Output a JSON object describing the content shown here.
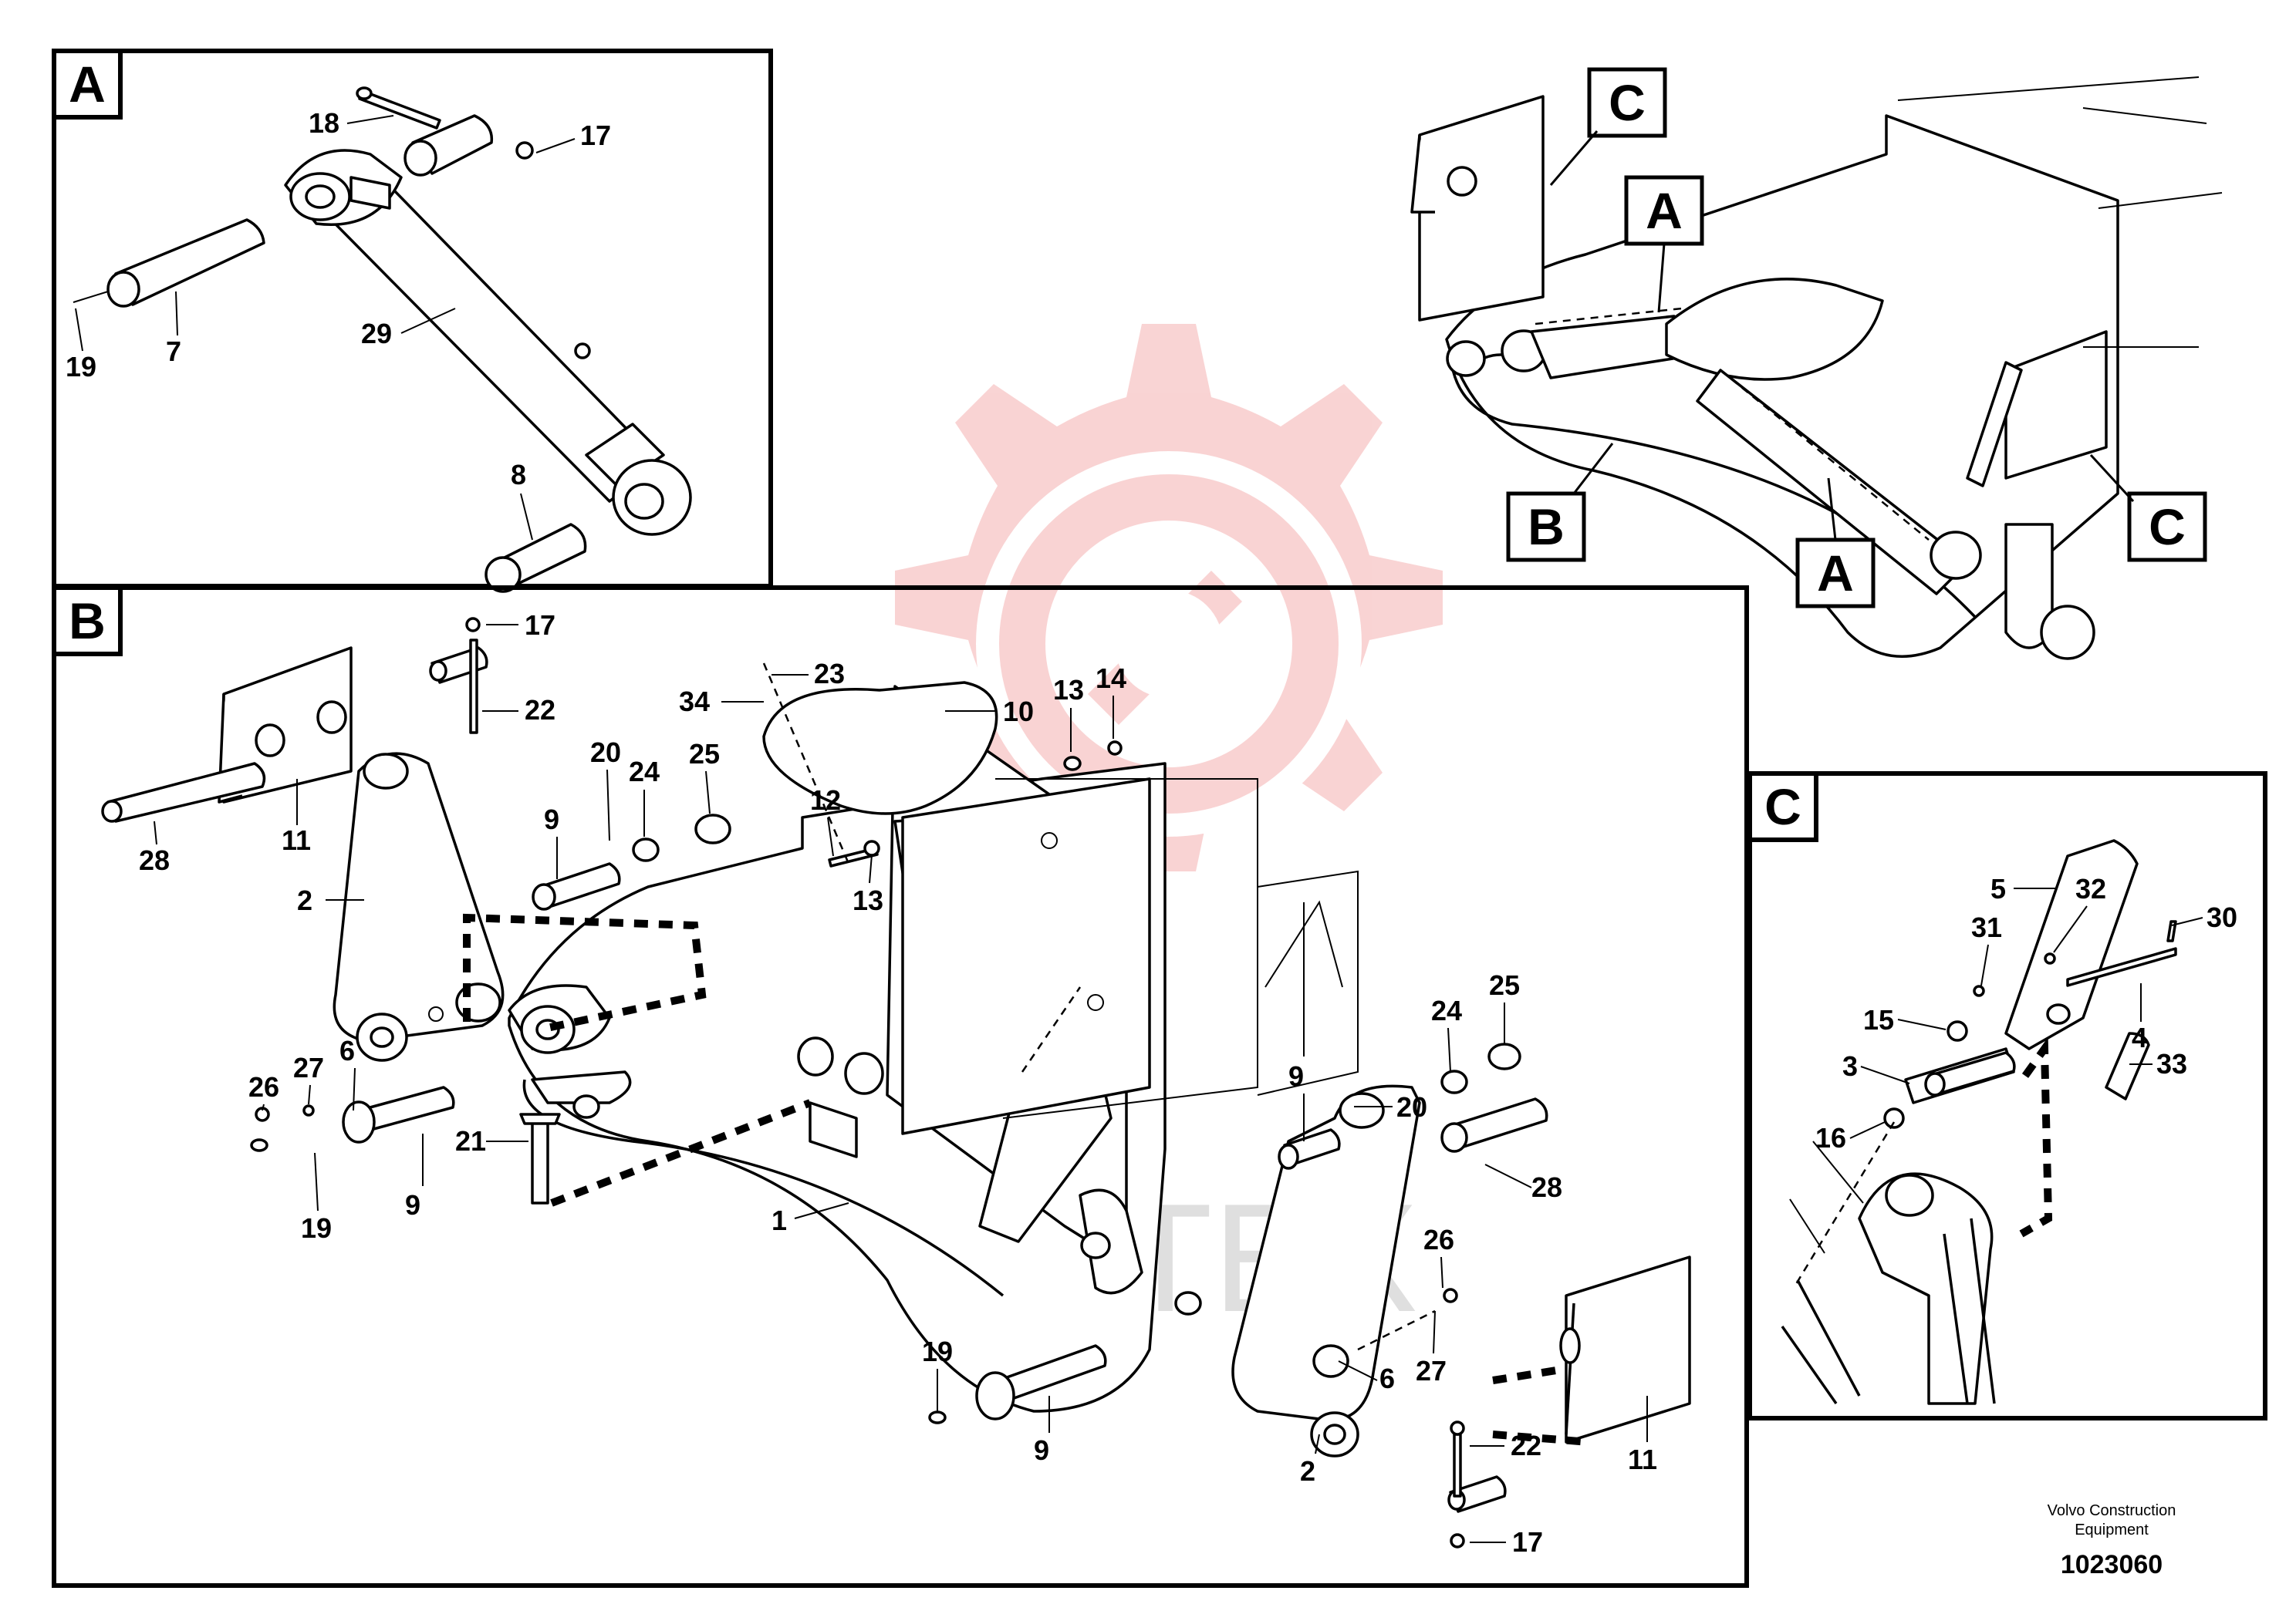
{
  "panels": {
    "A": {
      "label": "A"
    },
    "B": {
      "label": "B"
    },
    "C": {
      "label": "C"
    }
  },
  "overview_tags": [
    "C",
    "A",
    "B",
    "A",
    "C"
  ],
  "callouts": {
    "A": [
      "18",
      "17",
      "19",
      "7",
      "29",
      "8"
    ],
    "B": [
      "17",
      "22",
      "23",
      "34",
      "10",
      "13",
      "14",
      "28",
      "11",
      "2",
      "20",
      "24",
      "25",
      "9",
      "12",
      "13",
      "6",
      "27",
      "26",
      "21",
      "9",
      "19",
      "1",
      "20",
      "24",
      "25",
      "9",
      "28",
      "26",
      "27",
      "19",
      "9",
      "6",
      "2",
      "22",
      "11",
      "17"
    ],
    "C": [
      "5",
      "32",
      "31",
      "30",
      "15",
      "3",
      "4",
      "33",
      "16"
    ]
  },
  "watermark": {
    "text": "ИНТЕХ",
    "color": "#f08080"
  },
  "footer": {
    "brand_line1": "Volvo Construction",
    "brand_line2": "Equipment",
    "drawing_number": "1023060"
  }
}
